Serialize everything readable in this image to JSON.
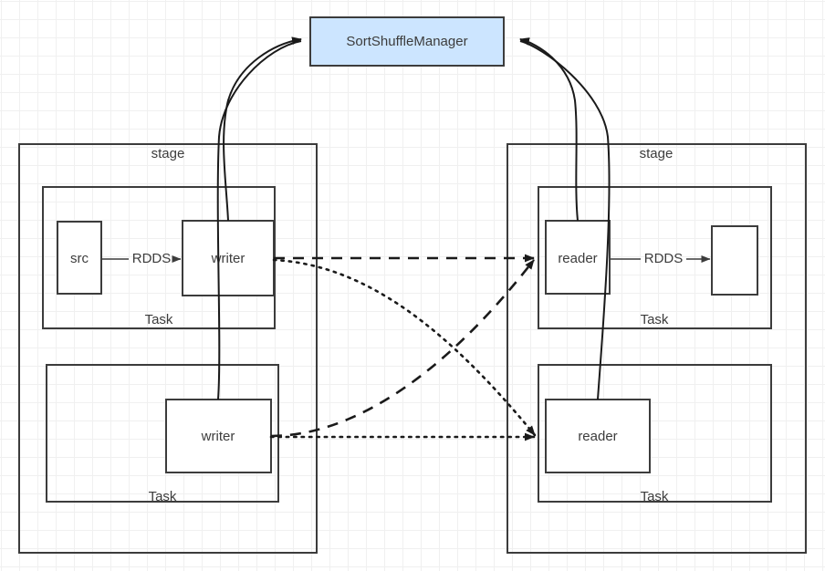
{
  "diagram": {
    "title_node": {
      "label": "SortShuffleManager",
      "fill": "#cce5ff",
      "stroke": "#3c3c3c"
    },
    "left_stage": {
      "label": "stage",
      "tasks": [
        {
          "label": "Task",
          "nodes": [
            {
              "label": "src"
            },
            {
              "label": "writer"
            }
          ],
          "edge_label": "RDDS"
        },
        {
          "label": "Task",
          "nodes": [
            {
              "label": "writer"
            }
          ],
          "edge_label": ""
        }
      ]
    },
    "right_stage": {
      "label": "stage",
      "tasks": [
        {
          "label": "Task",
          "nodes": [
            {
              "label": "reader"
            },
            {
              "label": ""
            }
          ],
          "edge_label": "RDDS"
        },
        {
          "label": "Task",
          "nodes": [
            {
              "label": "reader"
            }
          ],
          "edge_label": ""
        }
      ]
    },
    "connections": [
      {
        "name": "writer-top-to-manager",
        "style": "solid"
      },
      {
        "name": "writer-bottom-to-manager",
        "style": "solid"
      },
      {
        "name": "manager-to-reader-top",
        "style": "solid"
      },
      {
        "name": "manager-to-reader-bottom",
        "style": "solid"
      },
      {
        "name": "writer-top-to-reader-top",
        "style": "dashed"
      },
      {
        "name": "writer-bottom-to-reader-top",
        "style": "dashed"
      },
      {
        "name": "writer-top-to-reader-bottom",
        "style": "dotted"
      },
      {
        "name": "writer-bottom-to-reader-bottom",
        "style": "dotted"
      }
    ]
  }
}
